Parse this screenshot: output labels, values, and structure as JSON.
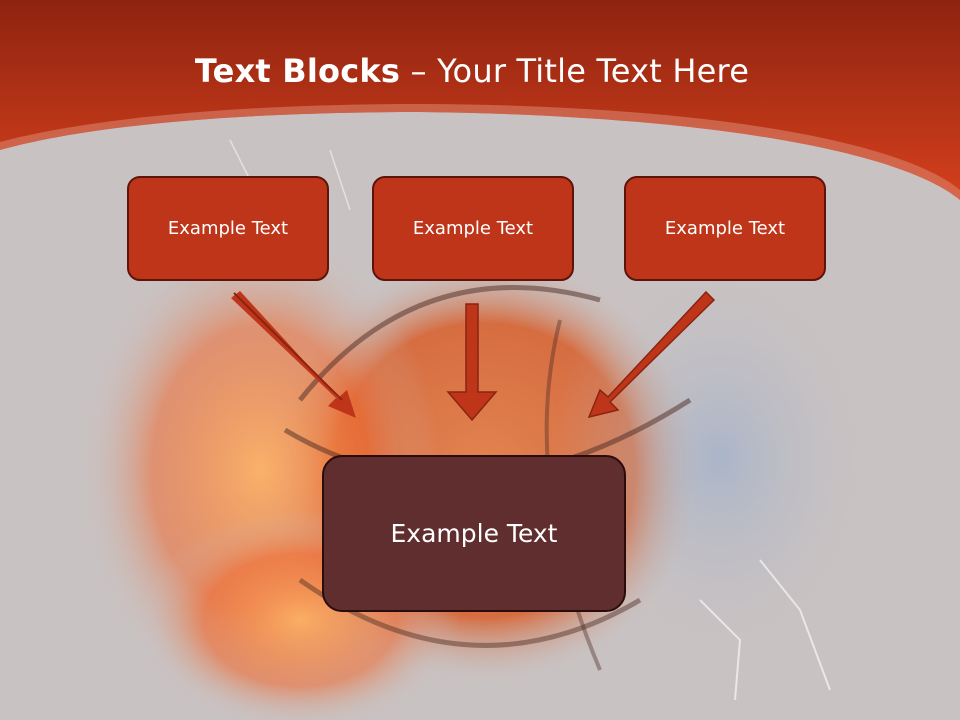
{
  "slide": {
    "title_bold": "Text Blocks",
    "title_separator": " – ",
    "title_rest": "Your Title Text Here"
  },
  "blocks": {
    "top": [
      {
        "label": "Example Text"
      },
      {
        "label": "Example Text"
      },
      {
        "label": "Example Text"
      }
    ],
    "bottom": {
      "label": "Example Text"
    }
  },
  "colors": {
    "header_red": "#c9381c",
    "box_red": "#bf3519",
    "box_dark": "#602e2e",
    "arrow_red": "#bf3519",
    "background_gray": "#c9c2c2"
  },
  "icons": {
    "background": "basketball-fire-water-image",
    "arrows": "arrow-down-icon"
  }
}
